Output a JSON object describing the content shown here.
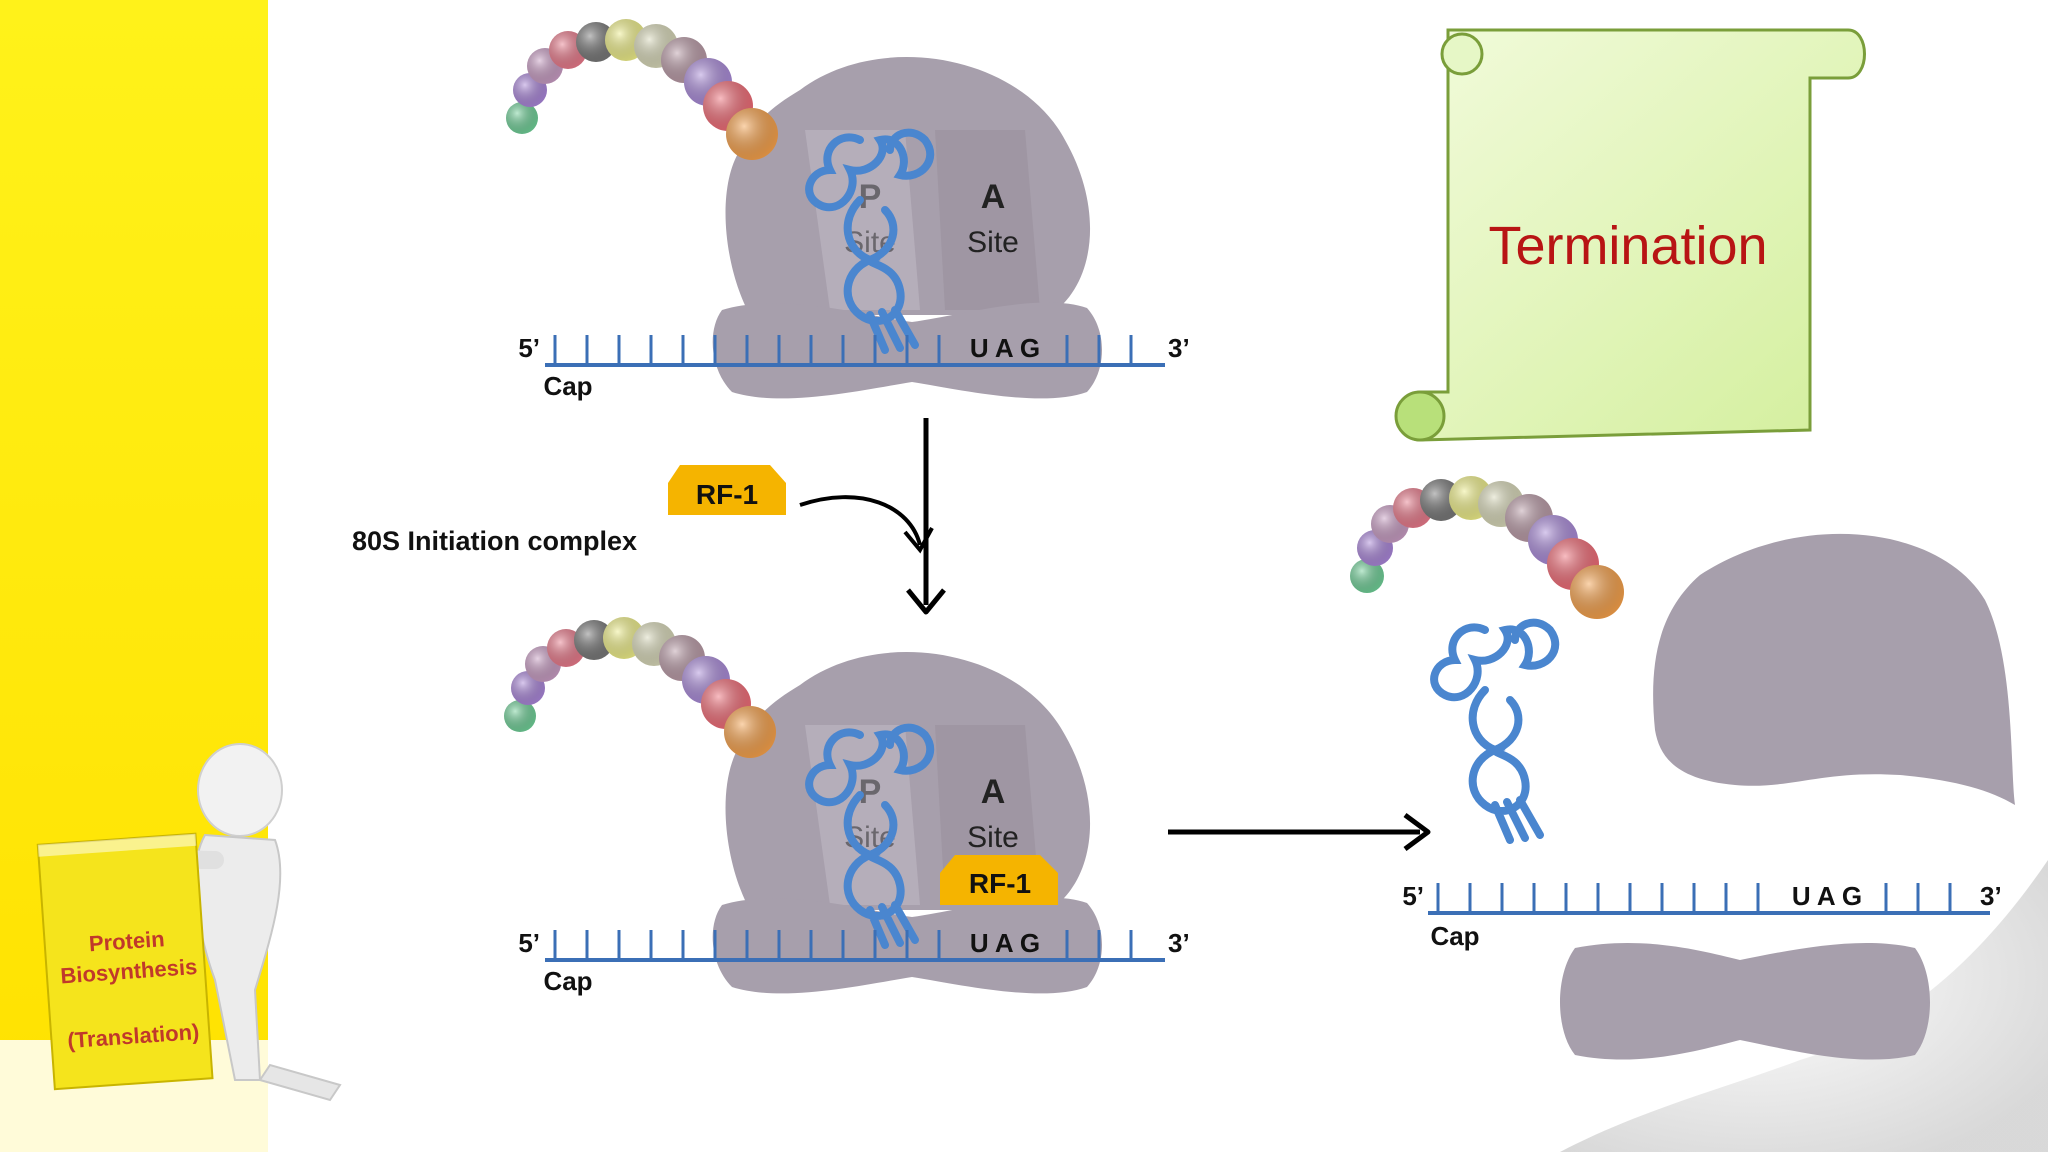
{
  "title": "Termination",
  "book": {
    "line1": "Protein",
    "line2": "Biosynthesis",
    "line3": "(Translation)"
  },
  "side_label": "80S Initiation complex",
  "release_factor": "RF-1",
  "mrna": {
    "five_prime": "5’",
    "three_prime": "3’",
    "cap": "Cap",
    "stop_codon": "U A G"
  },
  "sites": {
    "a_letter": "A",
    "site_word": "Site",
    "p_letter": "P",
    "p_site_word": "Site"
  },
  "colors": {
    "background_left": "#ffec00",
    "ribosome": "#a79fac",
    "mrna": "#3b6fb6",
    "trna": "#4a86cf",
    "release_factor": "#f5b400",
    "scroll": "#e6f7c6",
    "title": "#b81414",
    "chain": [
      "#6fcf97",
      "#a985d8",
      "#c79bc2",
      "#e8798a",
      "#777777",
      "#eeee88",
      "#d8d8b8",
      "#b99aa6",
      "#a98ad8",
      "#ef6b76",
      "#f5a04a"
    ]
  }
}
